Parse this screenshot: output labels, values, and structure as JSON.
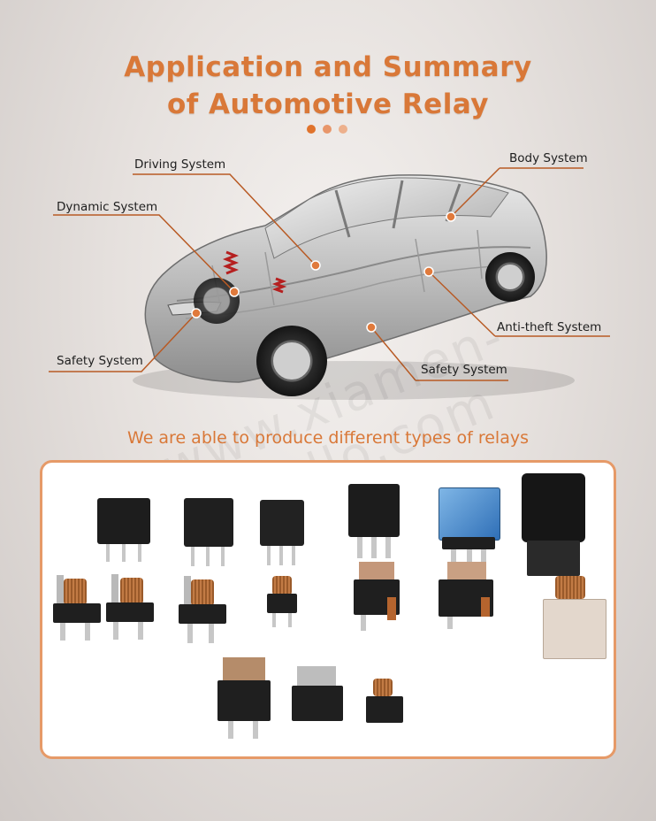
{
  "title": {
    "line1": "Application and Summary",
    "line2": "of Automotive Relay"
  },
  "dots": {
    "colors": [
      "#e0732c",
      "#e8966a",
      "#edb08c"
    ]
  },
  "systems": {
    "driving": "Driving System",
    "body": "Body System",
    "dynamic": "Dynamic System",
    "anti_theft": "Anti-theft System",
    "safety_left": "Safety System",
    "safety_right": "Safety System"
  },
  "subtitle": "We are able to produce different types of relays",
  "watermark": "www.xiamen-apollo.com",
  "colors": {
    "accent": "#d97838",
    "leader_line": "#b85a24",
    "marker": "#e07a3c",
    "panel_border": "#e69a68"
  }
}
